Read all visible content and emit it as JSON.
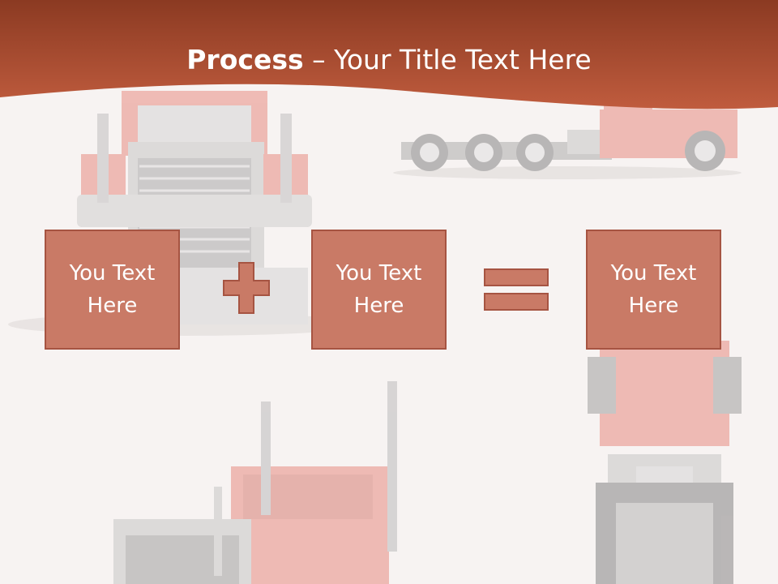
{
  "title": {
    "bold": "Process",
    "separator": " – ",
    "rest": "Your Title Text Here"
  },
  "boxes": [
    {
      "text": "You Text Here"
    },
    {
      "text": "You Text Here"
    },
    {
      "text": "You Text Here"
    }
  ],
  "operators": [
    "plus",
    "equals"
  ],
  "colors": {
    "header_dark": "#8b3a22",
    "header_light": "#c05c3e",
    "box_fill": "#c97a66",
    "box_border": "#a65442",
    "background": "#f7f3f2",
    "truck_red": "#e4776a"
  }
}
